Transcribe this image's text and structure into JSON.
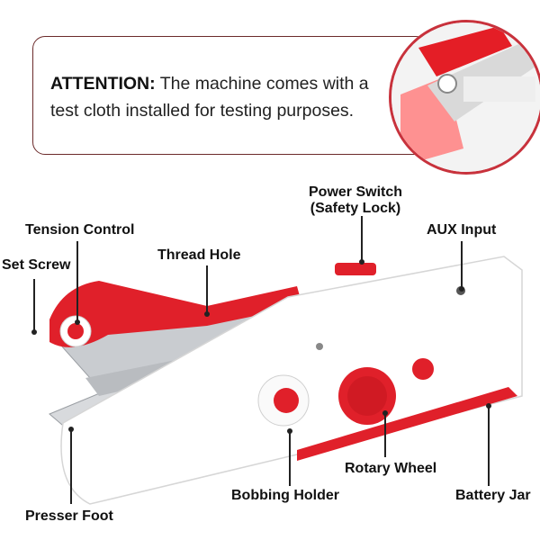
{
  "notice": {
    "heading": "ATTENTION:",
    "line1": "The machine comes with a",
    "line2": "test cloth installed for testing purposes."
  },
  "labels": {
    "power_switch_1": "Power Switch",
    "power_switch_2": "(Safety Lock)",
    "aux_input": "AUX Input",
    "tension_control": "Tension Control",
    "thread_hole": "Thread Hole",
    "set_screw": "Set Screw",
    "rotary_wheel": "Rotary Wheel",
    "bobbing_holder": "Bobbing Holder",
    "battery_jar": "Battery Jar",
    "presser_foot": "Presser Foot"
  },
  "colors": {
    "accent_red": "#e0202a",
    "body_white": "#ffffff",
    "metal": "#bfc3c7"
  }
}
